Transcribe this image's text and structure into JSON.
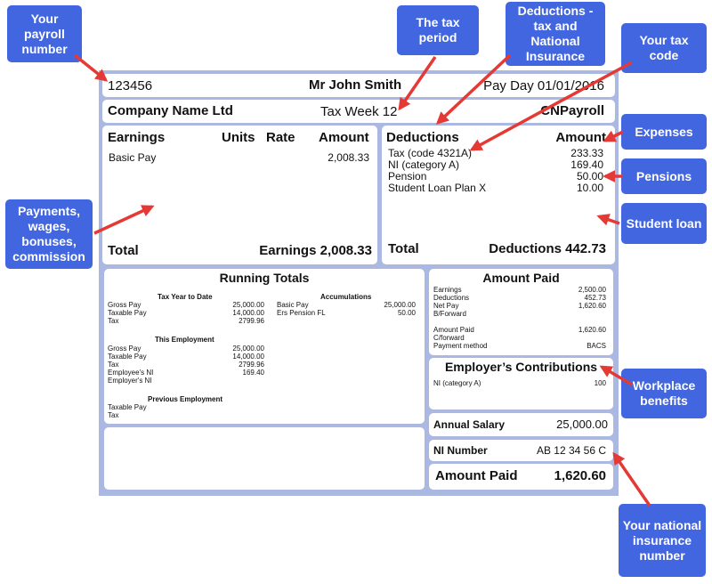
{
  "header": {
    "payroll_number": "123456",
    "employee_name": "Mr John Smith",
    "pay_day": "Pay Day 01/01/2016",
    "company": "Company Name Ltd",
    "tax_period": "Tax Week 12",
    "payroll_software": "CNPayroll"
  },
  "earnings": {
    "heading": "Earnings",
    "col_units": "Units",
    "col_rate": "Rate",
    "col_amount": "Amount",
    "items": [
      {
        "label": "Basic Pay",
        "amount": "2,008.33"
      }
    ],
    "total_label": "Total",
    "total_value": "Earnings 2,008.33"
  },
  "deductions": {
    "heading": "Deductions",
    "col_amount": "Amount",
    "items": [
      {
        "label": "Tax (code 4321A)",
        "amount": "233.33"
      },
      {
        "label": "NI (category A)",
        "amount": "169.40"
      },
      {
        "label": "Pension",
        "amount": "50.00"
      },
      {
        "label": "Student Loan Plan X",
        "amount": "10.00"
      }
    ],
    "total_label": "Total",
    "total_value": "Deductions 442.73"
  },
  "running_totals": {
    "heading": "Running Totals",
    "tax_year_heading": "Tax Year to Date",
    "tax_year": [
      {
        "label": "Gross Pay",
        "value": "25,000.00"
      },
      {
        "label": "Taxable Pay",
        "value": "14,000.00"
      },
      {
        "label": "Tax",
        "value": "2799.96"
      }
    ],
    "accumulations_heading": "Accumulations",
    "accumulations": [
      {
        "label": "Basic Pay",
        "value": "25,000.00"
      },
      {
        "label": "Ers Pension FL",
        "value": "50.00"
      }
    ],
    "this_employment_heading": "This Employment",
    "this_employment": [
      {
        "label": "Gross Pay",
        "value": "25,000.00"
      },
      {
        "label": "Taxable Pay",
        "value": "14,000.00"
      },
      {
        "label": "Tax",
        "value": "2799.96"
      },
      {
        "label": "Employee's NI",
        "value": "169.40"
      },
      {
        "label": "Employer's NI",
        "value": ""
      }
    ],
    "previous_employment_heading": "Previous Employment",
    "previous_employment": [
      {
        "label": "Taxable Pay",
        "value": ""
      },
      {
        "label": "Tax",
        "value": ""
      }
    ]
  },
  "amount_paid_box": {
    "heading": "Amount Paid",
    "rows": [
      {
        "label": "Earnings",
        "value": "2,500.00"
      },
      {
        "label": "Deductions",
        "value": "452.73"
      },
      {
        "label": "Net Pay",
        "value": "1,620.60"
      },
      {
        "label": "B/Forward",
        "value": ""
      },
      {
        "label": "",
        "value": ""
      },
      {
        "label": "Amount Paid",
        "value": "1,620.60"
      },
      {
        "label": "C/forward",
        "value": ""
      },
      {
        "label": "Payment method",
        "value": "BACS"
      }
    ]
  },
  "employer_contributions": {
    "heading": "Employer’s Contributions",
    "rows": [
      {
        "label": "NI (category A)",
        "value": "100"
      }
    ]
  },
  "annual_salary": {
    "label": "Annual Salary",
    "value": "25,000.00"
  },
  "ni_number": {
    "label": "NI Number",
    "value": "AB 12 34 56 C"
  },
  "amount_paid_total": {
    "label": "Amount Paid",
    "value": "1,620.60"
  },
  "callouts": {
    "payroll_number": "Your payroll number",
    "tax_period": "The tax period",
    "deductions": "Deductions - tax and National Insurance",
    "tax_code": "Your tax code",
    "expenses": "Expenses",
    "pensions": "Pensions",
    "student_loan": "Student loan",
    "payments": "Payments, wages, bonuses, commission",
    "workplace_benefits": "Workplace benefits",
    "ni_number": "Your national insurance number"
  },
  "colors": {
    "callout": "#4266e0",
    "arrow": "#e53935",
    "frame": "#aab8e2"
  }
}
